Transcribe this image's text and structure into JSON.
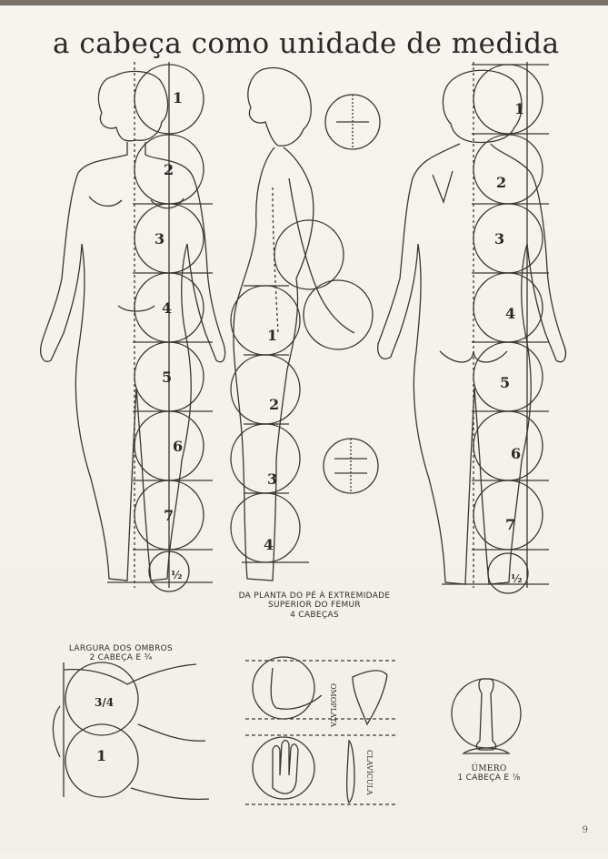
{
  "page": {
    "title": "a cabeça como unidade de medida",
    "page_number": "9"
  },
  "front_figure": {
    "numbers": [
      "1",
      "2",
      "3",
      "4",
      "5",
      "6",
      "7",
      "½"
    ]
  },
  "side_figure": {
    "numbers": [
      "1",
      "2",
      "3",
      "4"
    ]
  },
  "back_figure": {
    "numbers": [
      "1",
      "2",
      "3",
      "4",
      "5",
      "6",
      "7",
      "½"
    ]
  },
  "captions": {
    "side_line1": "DA PLANTA DO PÉ À EXTREMIDADE",
    "side_line2": "SUPERIOR DO FEMUR",
    "side_line3": "4 CABEÇAS",
    "shoulders_line1": "LARGURA DOS OMBROS",
    "shoulders_line2": "2 CABEÇA E ¾",
    "shoulder_fraction": "3/4",
    "shoulder_one": "1",
    "omoplata": "OMOPLATA",
    "clavicula": "CLAVÍCULA",
    "omero_line1": "ÚMERO",
    "omero_line2": "1 CABEÇA E ⅞"
  }
}
